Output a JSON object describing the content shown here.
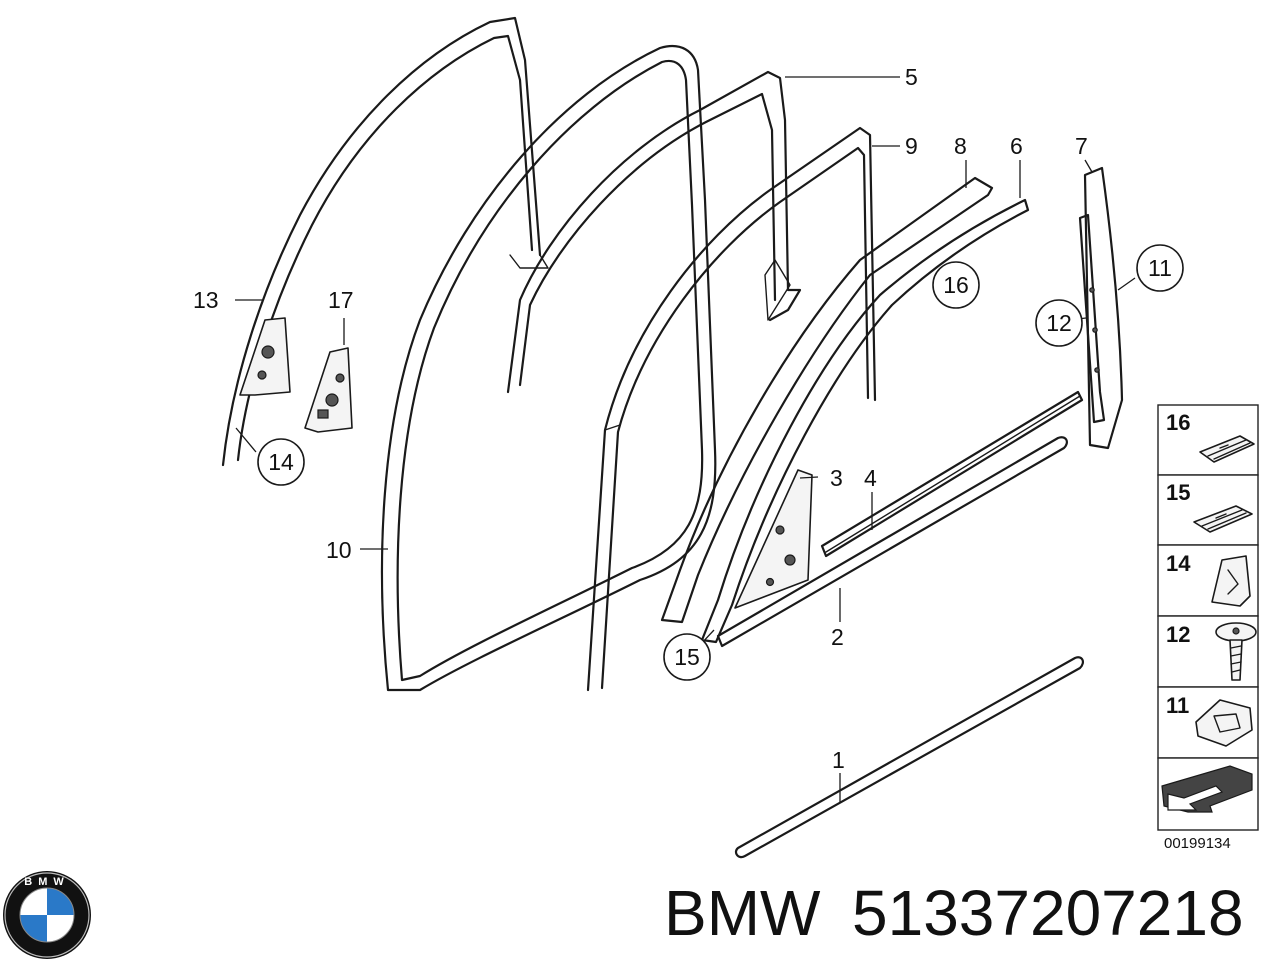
{
  "callouts": [
    {
      "id": "1",
      "circled": false
    },
    {
      "id": "2",
      "circled": false
    },
    {
      "id": "3",
      "circled": false
    },
    {
      "id": "4",
      "circled": false
    },
    {
      "id": "5",
      "circled": false
    },
    {
      "id": "6",
      "circled": false
    },
    {
      "id": "7",
      "circled": false
    },
    {
      "id": "8",
      "circled": false
    },
    {
      "id": "9",
      "circled": false
    },
    {
      "id": "10",
      "circled": false
    },
    {
      "id": "11",
      "circled": true
    },
    {
      "id": "12",
      "circled": true
    },
    {
      "id": "13",
      "circled": false
    },
    {
      "id": "14",
      "circled": true
    },
    {
      "id": "15",
      "circled": true
    },
    {
      "id": "16",
      "circled": true
    },
    {
      "id": "17",
      "circled": false
    }
  ],
  "legend": {
    "items": [
      "16",
      "15",
      "14",
      "12",
      "11"
    ],
    "diagram_code": "00199134"
  },
  "footer": {
    "brand": "BMW",
    "part_number": "51337207218",
    "logo_letters": "BMW"
  },
  "colors": {
    "line": "#1a1a1a",
    "logo_blue": "#2a79c8",
    "logo_ring": "#111111"
  }
}
